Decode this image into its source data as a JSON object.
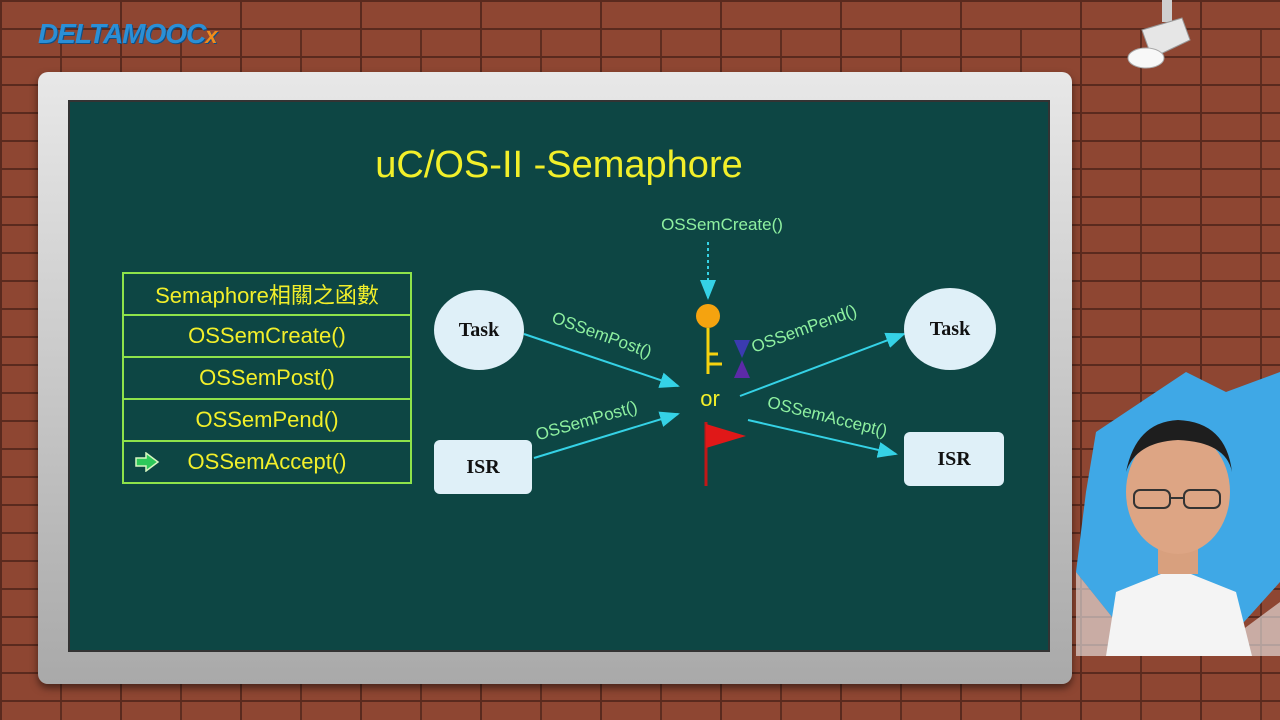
{
  "logo": {
    "text": "DELTAMOOC",
    "suffix": "x"
  },
  "slide": {
    "title": "uC/OS-II -Semaphore",
    "table": {
      "header": "Semaphore相關之函數",
      "rows": [
        "OSSemCreate()",
        "OSSemPost()",
        "OSSemPend()",
        "OSSemAccept()"
      ],
      "current_row": "OSSemAccept()"
    },
    "diagram": {
      "left_task": "Task",
      "left_isr": "ISR",
      "right_task": "Task",
      "right_isr": "ISR",
      "create_label": "OSSemCreate()",
      "post_label_1": "OSSemPost()",
      "post_label_2": "OSSemPost()",
      "pend_label": "OSSemPend()",
      "accept_label": "OSSemAccept()",
      "or_label": "or"
    }
  },
  "colors": {
    "board": "#0d4644",
    "title": "#f2ef2a",
    "table_border": "#8ee34a",
    "arrow": "#35d2e6",
    "label": "#8ef0a0"
  }
}
